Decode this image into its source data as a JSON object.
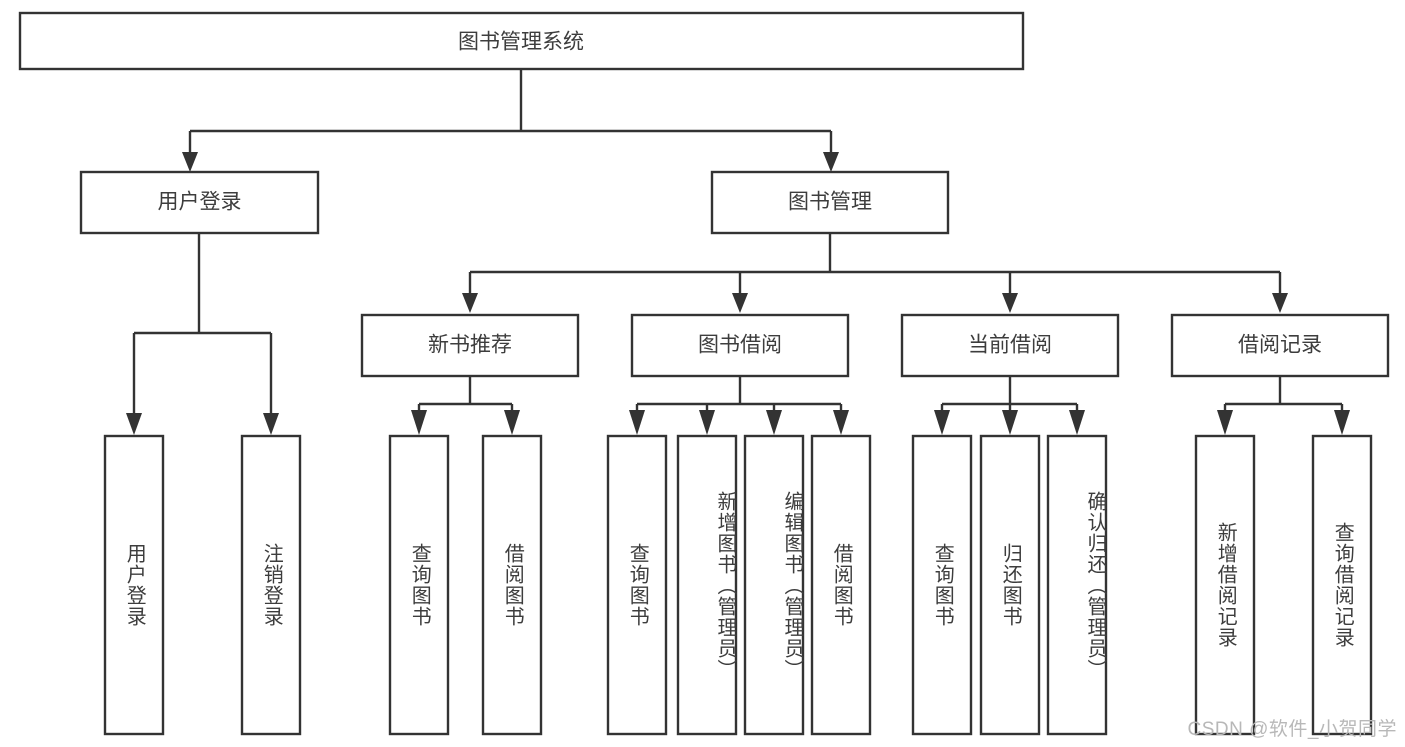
{
  "diagram": {
    "title": "图书管理系统",
    "type": "tree",
    "root": {
      "id": "root",
      "label": "图书管理系统"
    },
    "level1": [
      {
        "id": "user-login",
        "label": "用户登录"
      },
      {
        "id": "book-manage",
        "label": "图书管理"
      }
    ],
    "level2": [
      {
        "id": "new-book-rec",
        "label": "新书推荐",
        "parent": "book-manage"
      },
      {
        "id": "book-borrow",
        "label": "图书借阅",
        "parent": "book-manage"
      },
      {
        "id": "current-borrow",
        "label": "当前借阅",
        "parent": "book-manage"
      },
      {
        "id": "borrow-record",
        "label": "借阅记录",
        "parent": "book-manage"
      }
    ],
    "leaves": [
      {
        "id": "leaf-user-login",
        "label": "用户登录",
        "parent": "user-login"
      },
      {
        "id": "leaf-logout",
        "label": "注销登录",
        "parent": "user-login"
      },
      {
        "id": "leaf-query-book-1",
        "label": "查询图书",
        "parent": "new-book-rec"
      },
      {
        "id": "leaf-borrow-book-1",
        "label": "借阅图书",
        "parent": "new-book-rec"
      },
      {
        "id": "leaf-query-book-2",
        "label": "查询图书",
        "parent": "book-borrow"
      },
      {
        "id": "leaf-add-book",
        "label": "新增图书（管理员）",
        "parent": "book-borrow"
      },
      {
        "id": "leaf-edit-book",
        "label": "编辑图书（管理员）",
        "parent": "book-borrow"
      },
      {
        "id": "leaf-borrow-book-2",
        "label": "借阅图书",
        "parent": "book-borrow"
      },
      {
        "id": "leaf-query-book-3",
        "label": "查询图书",
        "parent": "current-borrow"
      },
      {
        "id": "leaf-return-book",
        "label": "归还图书",
        "parent": "current-borrow"
      },
      {
        "id": "leaf-confirm-return",
        "label": "确认归还（管理员）",
        "parent": "current-borrow"
      },
      {
        "id": "leaf-add-record",
        "label": "新增借阅记录",
        "parent": "borrow-record"
      },
      {
        "id": "leaf-query-record",
        "label": "查询借阅记录",
        "parent": "borrow-record"
      }
    ]
  },
  "watermark": {
    "text": "CSDN @软件_小贺同学"
  },
  "colors": {
    "stroke": "#333333",
    "text": "#3d3d3d",
    "background": "#ffffff",
    "watermark": "#b8b8b8"
  }
}
